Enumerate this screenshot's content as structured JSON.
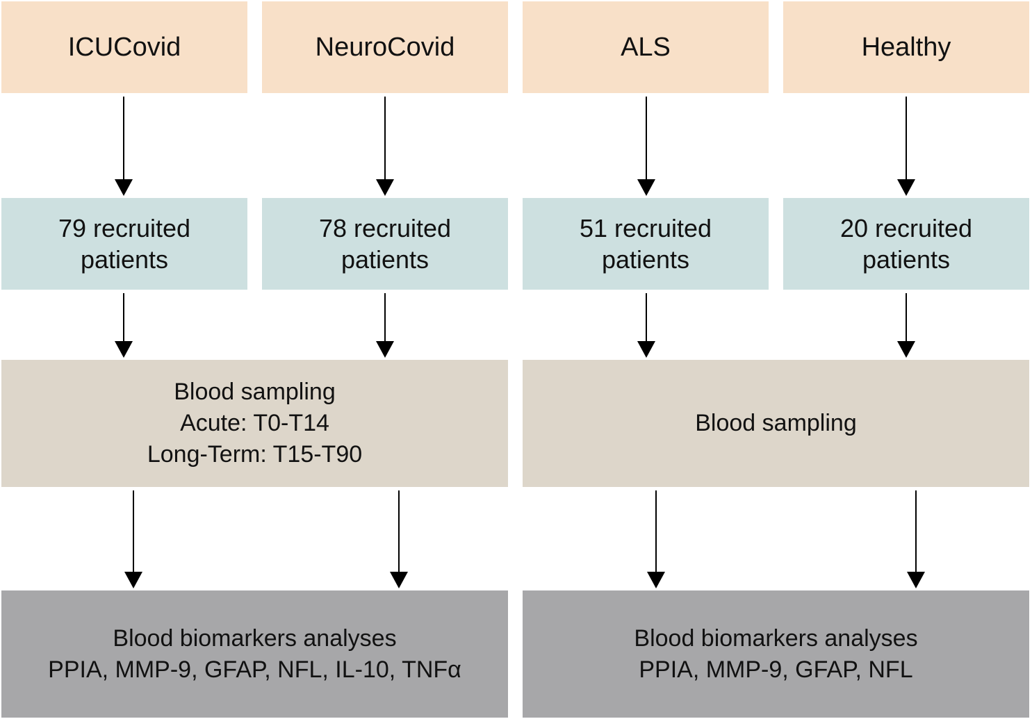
{
  "groups": [
    {
      "label": "ICUCovid"
    },
    {
      "label": "NeuroCovid"
    },
    {
      "label": "ALS"
    },
    {
      "label": "Healthy"
    }
  ],
  "recruitment": [
    {
      "line1": "79 recruited",
      "line2": "patients"
    },
    {
      "line1": "78 recruited",
      "line2": "patients"
    },
    {
      "line1": "51 recruited",
      "line2": "patients"
    },
    {
      "line1": "20 recruited",
      "line2": "patients"
    }
  ],
  "sampling": {
    "covid": {
      "line1": "Blood sampling",
      "line2": "Acute: T0-T14",
      "line3": "Long-Term: T15-T90"
    },
    "other": {
      "line1": "Blood sampling"
    }
  },
  "analyses": {
    "covid": {
      "line1": "Blood biomarkers analyses",
      "line2": "PPIA, MMP-9, GFAP, NFL, IL-10, TNFα"
    },
    "other": {
      "line1": "Blood biomarkers analyses",
      "line2": "PPIA, MMP-9, GFAP, NFL"
    }
  },
  "colors": {
    "group_box": "#f8e0c8",
    "recruit_box": "#cde0e0",
    "sampling_box": "#ddd6ca",
    "analysis_box": "#a7a7a9",
    "arrow": "#000000"
  }
}
